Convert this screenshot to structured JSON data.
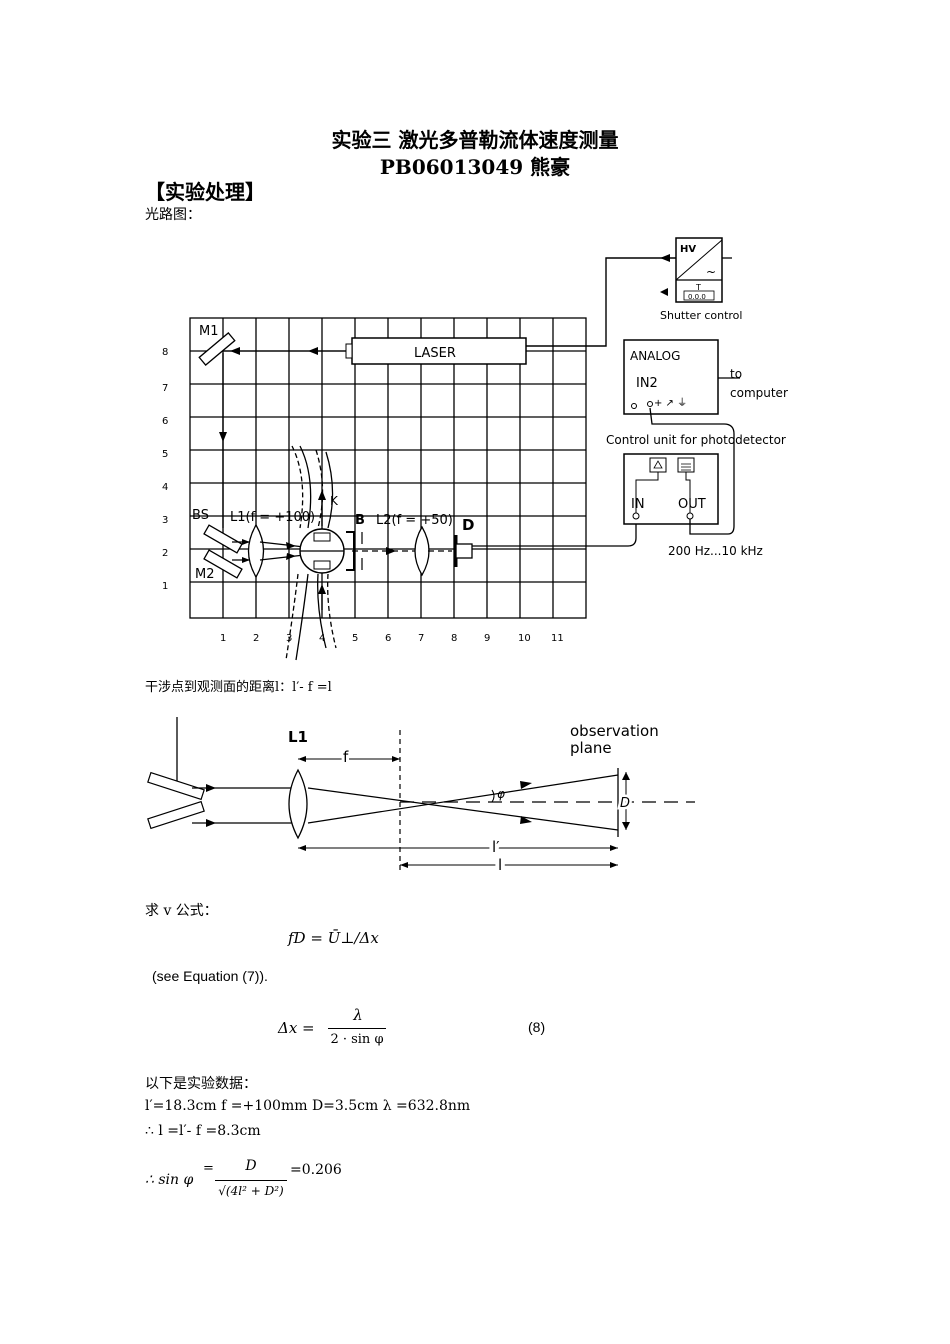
{
  "doc": {
    "title": "实验三 激光多普勒流体速度测量",
    "author": "PB06013049 熊豪",
    "section": "【实验处理】",
    "optical_path_label": "光路图：",
    "distance_line": "干涉点到观测面的距离l：l′- f =l",
    "formula_intro": "求 v 公式：",
    "see_eq": "(see Equation (7)).",
    "eq_number": "(8)",
    "data_intro": "以下是实验数据：",
    "data_line": "l′=18.3cm   f =+100mm   D=3.5cm   λ =632.8nm",
    "therefore_l": "∴ l =l′- f =8.3cm",
    "sin_result": "=0.206"
  },
  "setup": {
    "laser": "LASER",
    "shutter": "Shutter control",
    "hv": "HV",
    "t": "T",
    "counter": "0.0.0",
    "analog": "ANALOG",
    "in2": "IN2",
    "to": "to",
    "computer": "computer",
    "control_unit": "Control unit for photodetector",
    "in": "IN",
    "out": "OUT",
    "freq": "200 Hz...10 kHz",
    "bs": "BS",
    "l1": "L1(f = +100)",
    "b": "B",
    "l2": "L2(f = +50)",
    "d": "D",
    "k": "K",
    "m1": "M1",
    "m2": "M2",
    "x_ticks": [
      "1",
      "2",
      "3",
      "4",
      "5",
      "6",
      "7",
      "8",
      "9",
      "10",
      "11"
    ],
    "y_ticks": [
      "1",
      "2",
      "3",
      "4",
      "5",
      "6",
      "7",
      "8"
    ]
  },
  "geometry": {
    "l1": "L1",
    "f": "f",
    "obs1": "observation",
    "obs2": "plane",
    "D": "D",
    "phi": "φ",
    "lprime": "l′",
    "l": "l"
  },
  "formulas": {
    "fD": "fD = Ū⊥/Δx",
    "dx_lhs": "Δx  =",
    "dx_num": "λ",
    "dx_den": "2 · sin φ",
    "sin_lhs": "∴ sin φ",
    "sin_eq": "=",
    "sin_num": "D",
    "sin_den": "√(4l² + D²)"
  }
}
